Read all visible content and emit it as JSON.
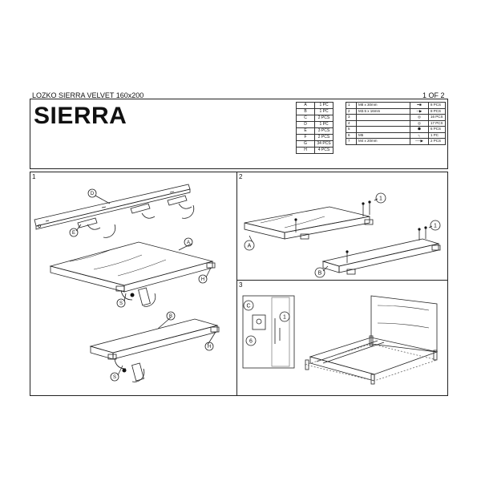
{
  "header": {
    "product": "LOZKO SIERRA VELVET 160x200",
    "page": "1 OF 2",
    "title": "SIERRA"
  },
  "parts": [
    {
      "id": "A",
      "qty": "1 PC"
    },
    {
      "id": "B",
      "qty": "1 PC"
    },
    {
      "id": "C",
      "qty": "2 PCS"
    },
    {
      "id": "D",
      "qty": "1 PC"
    },
    {
      "id": "E",
      "qty": "3 PCS"
    },
    {
      "id": "F",
      "qty": "2 PCS"
    },
    {
      "id": "G",
      "qty": "34 PCS"
    },
    {
      "id": "H",
      "qty": "4 PCS"
    }
  ],
  "hardware": [
    {
      "num": "1",
      "spec": "M8 x 30mm",
      "icon": "bolt-icon",
      "qty": "8 PCS"
    },
    {
      "num": "2",
      "spec": "M3.5 x 16mm",
      "icon": "screw-icon",
      "qty": "8 PCS"
    },
    {
      "num": "3",
      "spec": "",
      "icon": "washer-icon",
      "qty": "16 PCS"
    },
    {
      "num": "4",
      "spec": "",
      "icon": "washer-icon",
      "qty": "17 PCS"
    },
    {
      "num": "5",
      "spec": "",
      "icon": "nut-icon",
      "qty": "6 PCS"
    },
    {
      "num": "6",
      "spec": "M5",
      "icon": "hex-key-icon",
      "qty": "1 PC"
    },
    {
      "num": "7",
      "spec": "M4 x 20mm",
      "icon": "long-screw-icon",
      "qty": "2 PCS"
    }
  ],
  "steps": [
    {
      "number": "1"
    },
    {
      "number": "2"
    },
    {
      "number": "3"
    }
  ],
  "callouts": {
    "s1_d": "D",
    "s1_e": "E",
    "s1_a": "A",
    "s1_h_top": "H",
    "s1_s_top": "S",
    "s1_b": "B",
    "s1_h_bot": "H",
    "s1_s_bot": "S",
    "s2_1_top": "1",
    "s2_a": "A",
    "s2_1_bot": "1",
    "s2_b": "B",
    "s3_c": "C",
    "s3_1": "1",
    "s3_6": "6"
  }
}
